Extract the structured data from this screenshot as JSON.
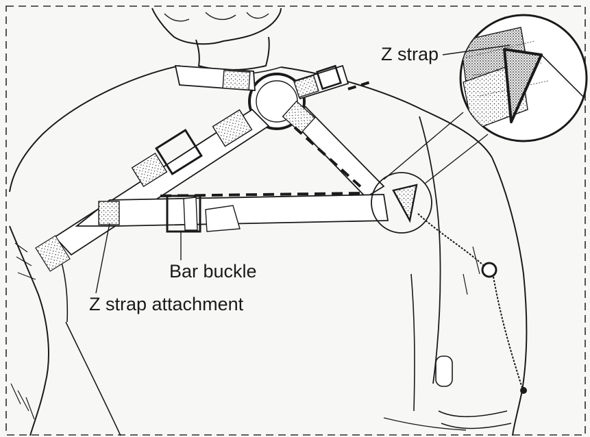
{
  "diagram": {
    "labels": {
      "z_strap": "Z strap",
      "bar_buckle": "Bar buckle",
      "z_strap_attachment": "Z strap attachment"
    },
    "colors": {
      "ink": "#1a1a1a",
      "paper": "#f7f7f5",
      "dashed_border": "#2a2a2a"
    }
  }
}
